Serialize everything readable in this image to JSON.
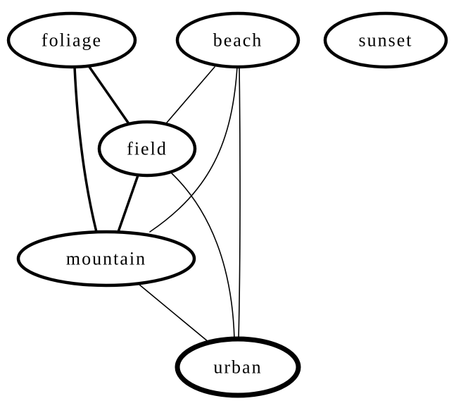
{
  "nodes": [
    {
      "id": "foliage",
      "label": "foliage",
      "weight": "heavy"
    },
    {
      "id": "beach",
      "label": "beach",
      "weight": "heavy"
    },
    {
      "id": "sunset",
      "label": "sunset",
      "weight": "heavy"
    },
    {
      "id": "field",
      "label": "field",
      "weight": "heavy"
    },
    {
      "id": "mountain",
      "label": "mountain",
      "weight": "heavy"
    },
    {
      "id": "urban",
      "label": "urban",
      "weight": "heaviest"
    }
  ],
  "edges": [
    {
      "source": "foliage",
      "target": "field",
      "weight": "heavy"
    },
    {
      "source": "foliage",
      "target": "mountain",
      "weight": "heavy"
    },
    {
      "source": "field",
      "target": "mountain",
      "weight": "heavy"
    },
    {
      "source": "beach",
      "target": "field",
      "weight": "thin"
    },
    {
      "source": "beach",
      "target": "mountain",
      "weight": "thin"
    },
    {
      "source": "beach",
      "target": "urban",
      "weight": "thin"
    },
    {
      "source": "field",
      "target": "urban",
      "weight": "thin"
    },
    {
      "source": "mountain",
      "target": "urban",
      "weight": "thin"
    }
  ],
  "colors": {
    "stroke": "#000000",
    "fill": "#ffffff",
    "background": "#ffffff"
  }
}
